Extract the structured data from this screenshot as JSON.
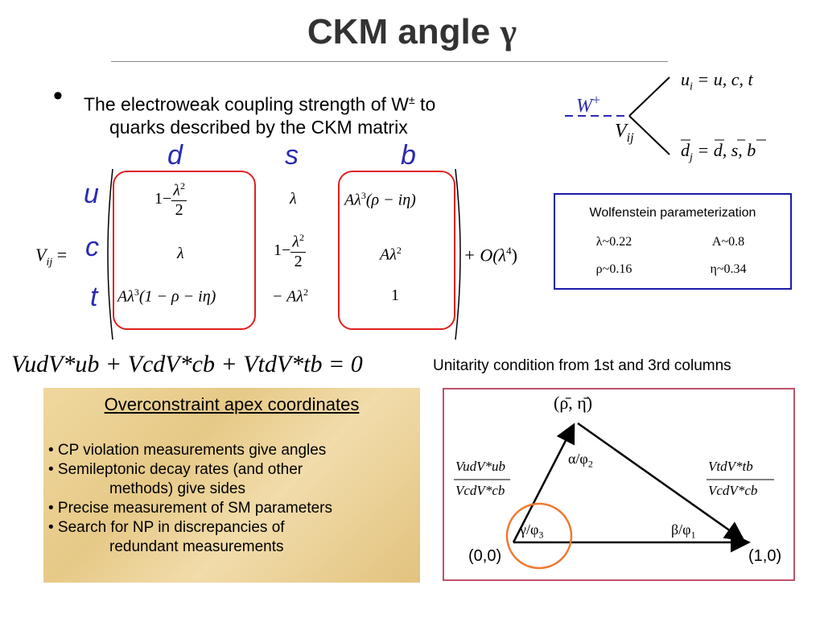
{
  "slide": {
    "title_text": "CKM angle ",
    "title_symbol": "γ"
  },
  "bullet": {
    "line1": "The electroweak coupling strength of W",
    "w_sup": "±",
    "line1_end": " to",
    "line2": "quarks described by the CKM matrix"
  },
  "vertex_diagram": {
    "w_label": "W",
    "w_sup": "+",
    "v_label": "V",
    "v_sub": "ij",
    "up_label": "u",
    "up_sub": "i",
    "up_eq": " = u, c, t",
    "down_label": "d",
    "down_sub": "j",
    "down_eq": " = d, s, b"
  },
  "matrix": {
    "col_headers": [
      "d",
      "s",
      "b"
    ],
    "row_headers": [
      "u",
      "c",
      "t"
    ],
    "lhs": "V",
    "lhs_sub": "ij",
    "eq": "=",
    "one": "1",
    "minus": "−",
    "lambda": "λ",
    "two": "2",
    "A": "A",
    "A_lambda3": "Aλ",
    "rho_i_eta": "(ρ − iη)",
    "one_minus_rho": "(1 − ρ − iη)",
    "neg_A_lambda2": "− Aλ",
    "sup2": "2",
    "sup3": "3",
    "sup4": "4",
    "order_term": "+ O(λ",
    "order_close": ")"
  },
  "wolfenstein": {
    "title": "Wolfenstein parameterization",
    "lambda": "λ~0.22",
    "A": "A~0.8",
    "rho": "ρ~0.16",
    "eta": "η~0.34"
  },
  "unitarity": {
    "equation": "VudV*ub + VcdV*cb + VtdV*tb = 0",
    "caption": "Unitarity condition from 1st and 3rd columns"
  },
  "overconstraint": {
    "title": "Overconstraint apex coordinates",
    "items": [
      "• CP violation measurements give angles",
      "• Semileptonic decay rates (and other",
      "methods) give sides",
      "• Precise measurement of SM parameters",
      "• Search for NP in discrepancies of",
      "redundant measurements"
    ]
  },
  "triangle": {
    "apex": "(ρ̄, η̄)",
    "origin": "(0,0)",
    "unit": "(1,0)",
    "alpha": "α/φ",
    "alpha_sub": "2",
    "beta": "β/φ",
    "beta_sub": "1",
    "gamma": "γ/φ",
    "gamma_sub": "3",
    "left_num": "VudV*ub",
    "left_den": "VcdV*cb",
    "right_num": "VtdV*tb",
    "right_den": "VcdV*cb"
  },
  "colors": {
    "header_blue": "#2b2bb0",
    "box_red": "#e02020",
    "wolf_border": "#1a1aa8",
    "circle_orange": "#f07830",
    "panel_border": "#c0506a"
  }
}
